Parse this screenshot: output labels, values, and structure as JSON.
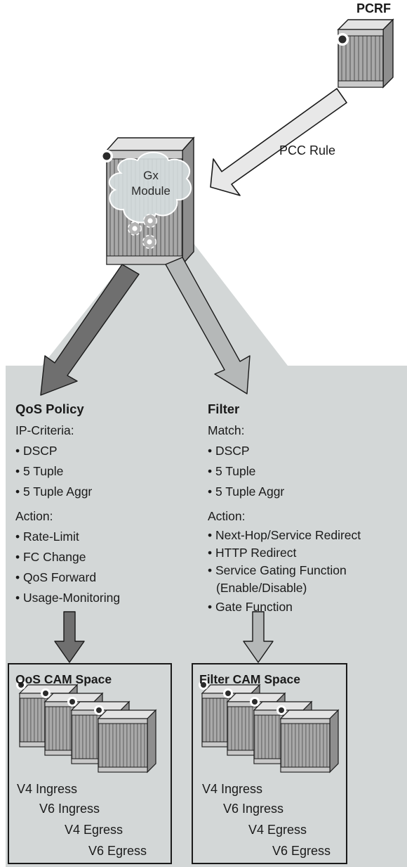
{
  "pcrf": {
    "label": "PCRF"
  },
  "pcc_rule": {
    "label": "PCC Rule"
  },
  "gx_module": {
    "line1": "Gx",
    "line2": "Module"
  },
  "qos_policy": {
    "title": "QoS Policy",
    "criteria_heading": "IP-Criteria:",
    "criteria": [
      "• DSCP",
      "• 5 Tuple",
      "• 5 Tuple Aggr"
    ],
    "action_heading": "Action:",
    "actions": [
      "• Rate-Limit",
      "• FC Change",
      "• QoS Forward",
      "• Usage-Monitoring"
    ]
  },
  "filter": {
    "title": "Filter",
    "criteria_heading": "Match:",
    "criteria": [
      "• DSCP",
      "• 5 Tuple",
      "• 5 Tuple Aggr"
    ],
    "action_heading": "Action:",
    "actions": [
      "• Next-Hop/Service Redirect",
      "• HTTP Redirect",
      "• Service Gating Function",
      "(Enable/Disable)",
      "• Gate Function"
    ]
  },
  "qos_cam": {
    "title": "QoS CAM Space",
    "tables": [
      "V4 Ingress",
      "V6 Ingress",
      "V4 Egress",
      "V6 Egress"
    ]
  },
  "filter_cam": {
    "title": "Filter CAM Space",
    "tables": [
      "V4 Ingress",
      "V6 Ingress",
      "V4 Egress",
      "V6 Egress"
    ]
  },
  "colors": {
    "panel_bg": "#d3d7d7",
    "dark_arrow": "#6f6f6f",
    "light_arrow": "#b5b8b8",
    "chassis_light": "#e2e2e2",
    "chassis_mid": "#b0b0b0",
    "chassis_dark": "#8d8d8d"
  }
}
